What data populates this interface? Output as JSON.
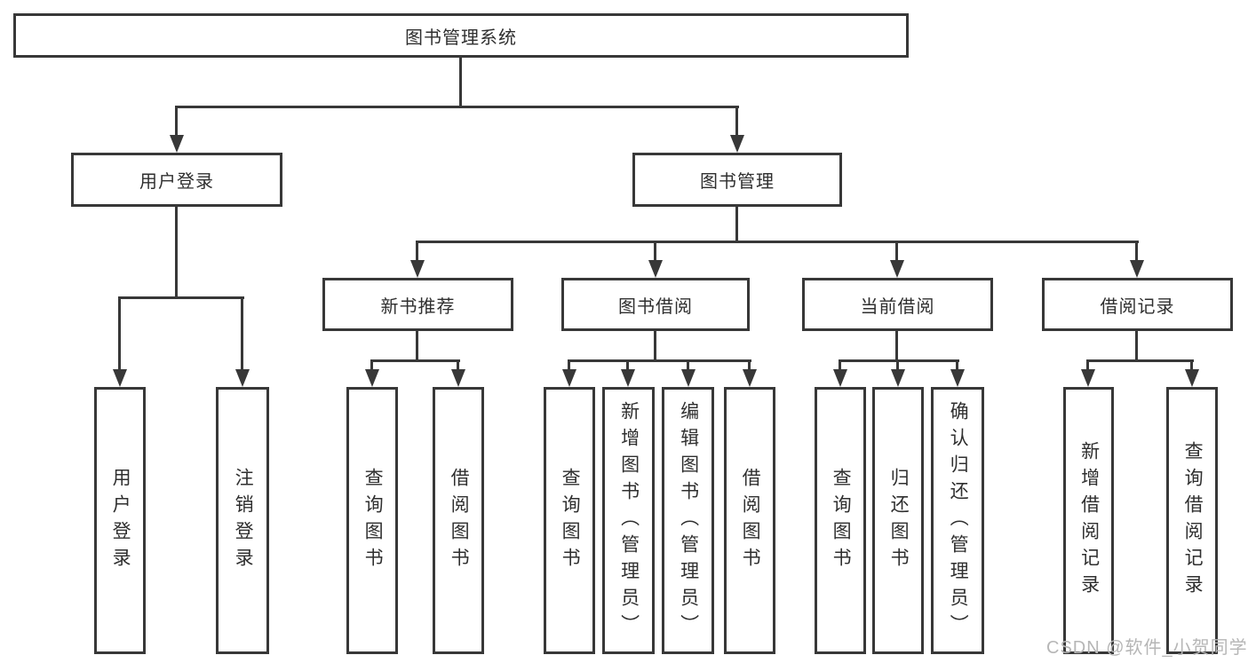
{
  "diagram_type": "hierarchy-tree",
  "tree": {
    "label": "图书管理系统",
    "children": [
      {
        "label": "用户登录",
        "children": [
          {
            "label": "用户登录"
          },
          {
            "label": "注销登录"
          }
        ]
      },
      {
        "label": "图书管理",
        "children": [
          {
            "label": "新书推荐",
            "children": [
              {
                "label": "查询图书"
              },
              {
                "label": "借阅图书"
              }
            ]
          },
          {
            "label": "图书借阅",
            "children": [
              {
                "label": "查询图书"
              },
              {
                "label": "新增图书（管理员）"
              },
              {
                "label": "编辑图书（管理员）"
              },
              {
                "label": "借阅图书"
              }
            ]
          },
          {
            "label": "当前借阅",
            "children": [
              {
                "label": "查询图书"
              },
              {
                "label": "归还图书"
              },
              {
                "label": "确认归还（管理员）"
              }
            ]
          },
          {
            "label": "借阅记录",
            "children": [
              {
                "label": "新增借阅记录"
              },
              {
                "label": "查询借阅记录"
              }
            ]
          }
        ]
      }
    ]
  },
  "watermark": "CSDN @软件_小贺同学",
  "colors": {
    "line": "#383838",
    "border": "#383838",
    "text": "#2f2f2f",
    "background": "#ffffff",
    "watermark": "#b6b6b6"
  }
}
